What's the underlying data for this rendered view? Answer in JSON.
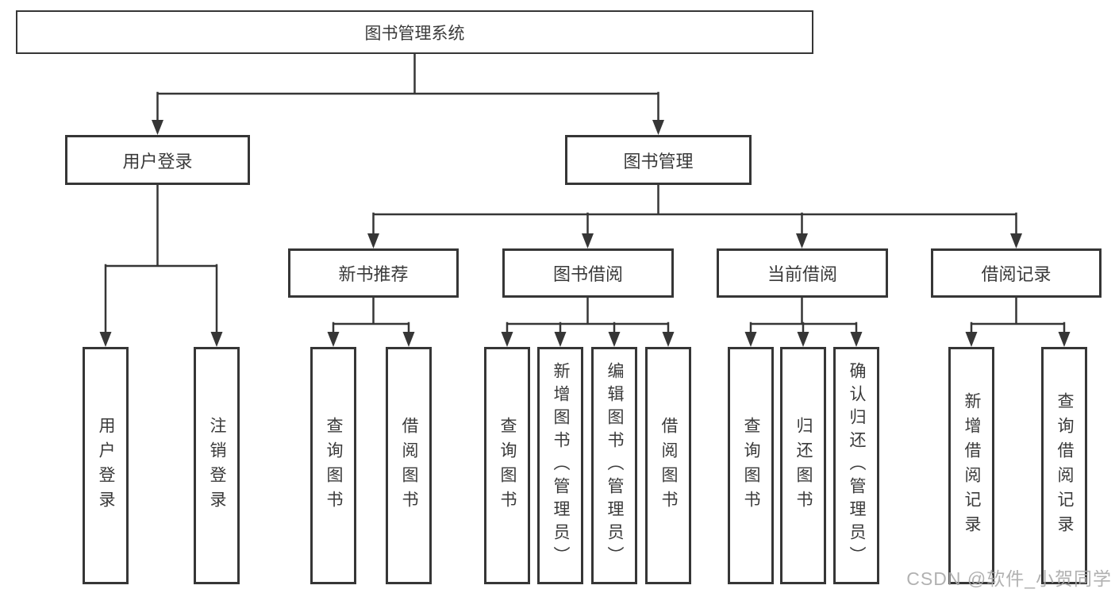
{
  "tree": {
    "root": "图书管理系统",
    "branches": [
      {
        "label": "用户登录",
        "children": [
          "用户登录",
          "注销登录"
        ]
      },
      {
        "label": "图书管理",
        "sections": [
          {
            "label": "新书推荐",
            "children": [
              "查询图书",
              "借阅图书"
            ]
          },
          {
            "label": "图书借阅",
            "children": [
              "查询图书",
              "新增图书（管理员）",
              "编辑图书（管理员）",
              "借阅图书"
            ]
          },
          {
            "label": "当前借阅",
            "children": [
              "查询图书",
              "归还图书",
              "确认归还（管理员）"
            ]
          },
          {
            "label": "借阅记录",
            "children": [
              "新增借阅记录",
              "查询借阅记录"
            ]
          }
        ]
      }
    ]
  },
  "watermark": "CSDN @软件_小贺同学",
  "colors": {
    "line": "#363636",
    "text": "#3a3a3a",
    "watermark": "#a8a8a8",
    "background": "#ffffff"
  }
}
